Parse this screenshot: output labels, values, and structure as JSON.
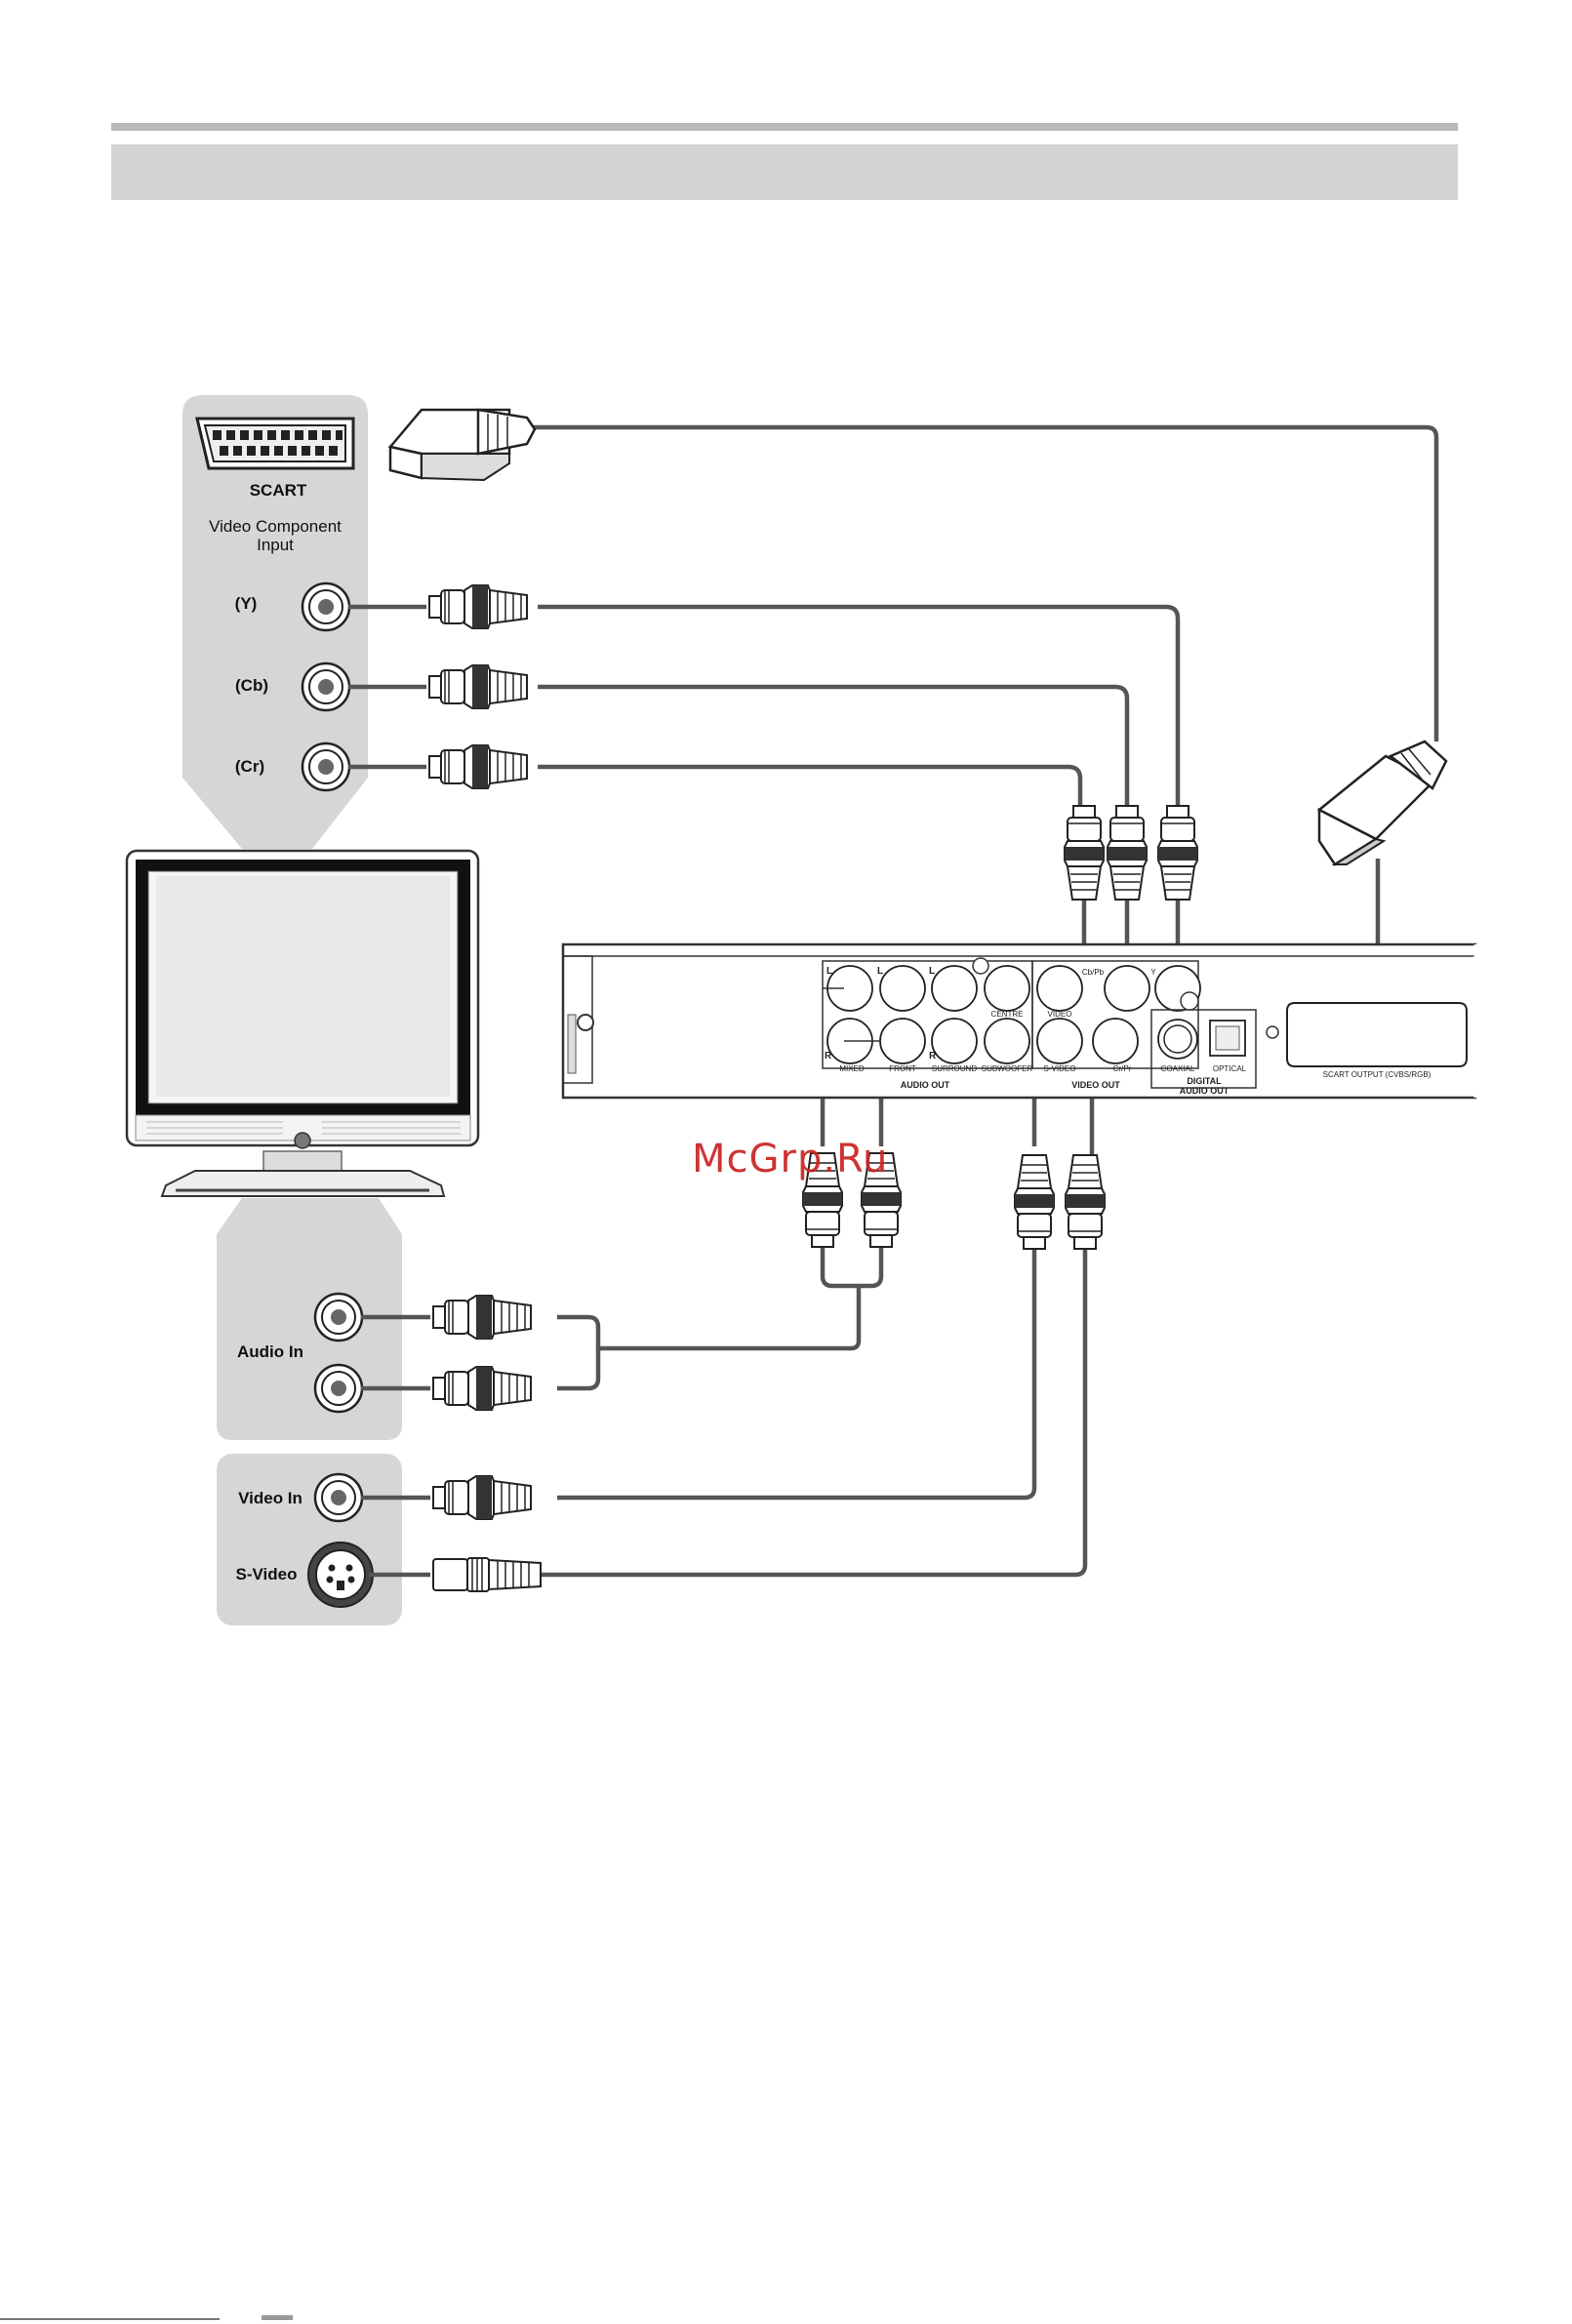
{
  "tv_panel": {
    "scart_label": "SCART",
    "component_title_line1": "Video Component",
    "component_title_line2": "Input",
    "y_label": "(Y)",
    "cb_label": "(Cb)",
    "cr_label": "(Cr)",
    "audio_in_label": "Audio In",
    "video_in_label": "Video In",
    "svideo_label": "S-Video"
  },
  "player_panel": {
    "jack_l1": "L",
    "jack_l2": "L",
    "jack_l3": "L",
    "jack_r1": "R",
    "jack_r2": "R",
    "centre_label": "CENTRE",
    "mixed_label": "MIXED",
    "front_label": "FRONT",
    "surround_label": "SURROUND",
    "subwoofer_label": "SUBWOOFER",
    "audio_out_label": "AUDIO OUT",
    "video_label": "VIDEO",
    "svideo_label": "S-VIDEO",
    "cbpb_label": "Cb/Pb",
    "y_label": "Y",
    "crpr_label": "Cr/Pr",
    "video_out_label": "VIDEO OUT",
    "coaxial_label": "COAXIAL",
    "optical_label": "OPTICAL",
    "digital_label_line1": "DIGITAL",
    "digital_label_line2": "AUDIO OUT",
    "scart_output_label": "SCART OUTPUT (CVBS/RGB)"
  },
  "watermark": "McGrp.Ru",
  "colors": {
    "panel_grey": "#d6d6d6",
    "cable": "#555555",
    "header_bar": "#d3d3d3",
    "watermark": "#cc2222"
  }
}
